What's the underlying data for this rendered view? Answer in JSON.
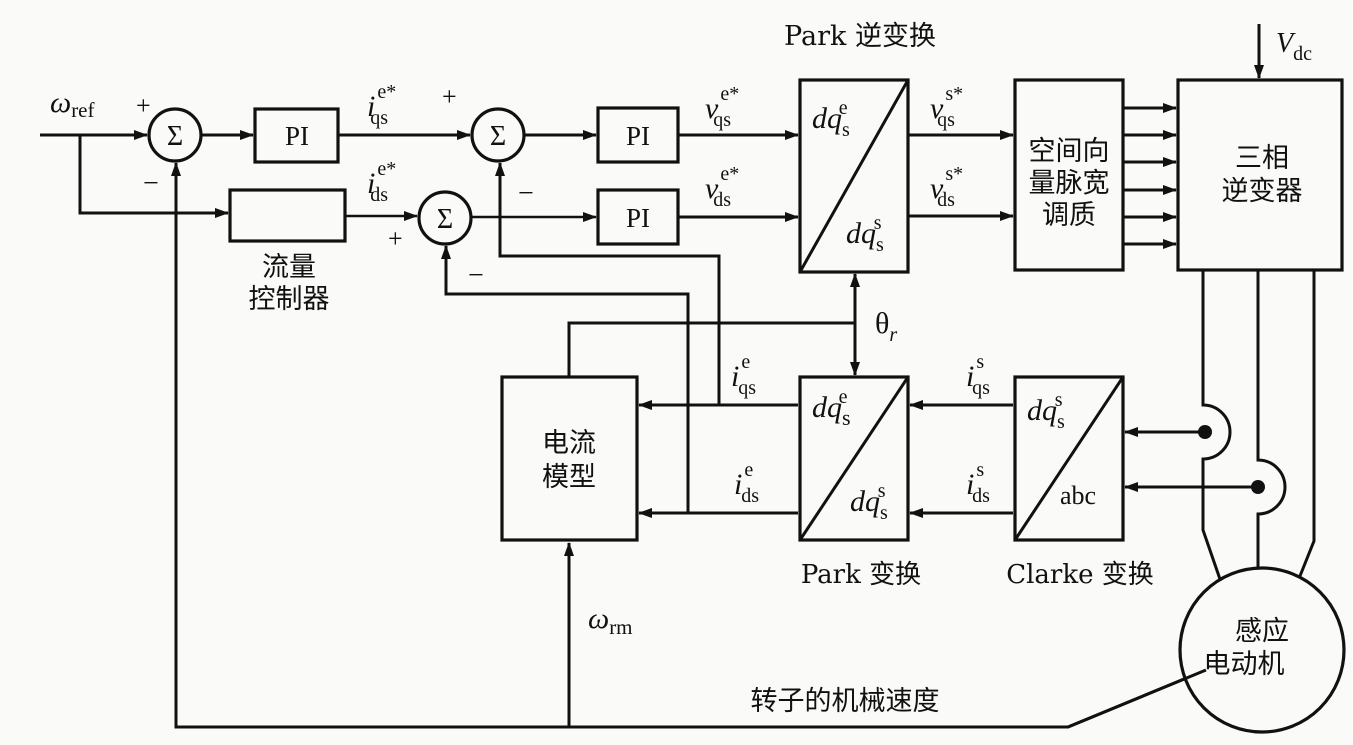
{
  "diagram": {
    "type": "block-diagram",
    "title": "Induction motor field-oriented vector control"
  },
  "labels": {
    "park_inverse_title": "Park 逆变换",
    "park_title": "Park 变换",
    "clarke_title": "Clarke 变换",
    "rotor_speed_caption": "转子的机械速度",
    "vdc": {
      "main": "V",
      "sub": "dc"
    },
    "omega_ref": {
      "main": "ω",
      "sub": "ref"
    },
    "omega_rm": {
      "main": "ω",
      "sub": "rm"
    },
    "theta_r": {
      "main": "θ",
      "sub": "r"
    },
    "iqs_ref": {
      "main": "i",
      "sup": "e*",
      "sub": "qs"
    },
    "ids_ref": {
      "main": "i",
      "sup": "e*",
      "sub": "ds"
    },
    "vqs_e_ref": {
      "main": "v",
      "sup": "e*",
      "sub": "qs"
    },
    "vds_e_ref": {
      "main": "v",
      "sup": "e*",
      "sub": "ds"
    },
    "vqs_s_ref": {
      "main": "v",
      "sup": "s*",
      "sub": "qs"
    },
    "vds_s_ref": {
      "main": "v",
      "sup": "s*",
      "sub": "ds"
    },
    "iqs_e": {
      "main": "i",
      "sup": "e",
      "sub": "qs"
    },
    "ids_e": {
      "main": "i",
      "sup": "e",
      "sub": "ds"
    },
    "iqs_s": {
      "main": "i",
      "sup": "s",
      "sub": "qs"
    },
    "ids_s": {
      "main": "i",
      "sup": "s",
      "sub": "ds"
    },
    "plus": "+",
    "minus": "−"
  },
  "blocks": {
    "sum1": "Σ",
    "sum2": "Σ",
    "sum3": "Σ",
    "pi_speed": "PI",
    "pi_q": "PI",
    "pi_d": "PI",
    "flux_controller": [
      "流量",
      "控制器"
    ],
    "inv_park": {
      "top": {
        "main": "dq",
        "sup": "e",
        "sub": "s"
      },
      "bottom": {
        "main": "dq",
        "sup": "s",
        "sub": "s"
      }
    },
    "svpwm": [
      "空间向",
      "量脉宽",
      "调质"
    ],
    "inverter": [
      "三相",
      "逆变器"
    ],
    "current_model": [
      "电流",
      "模型"
    ],
    "park": {
      "top": {
        "main": "dq",
        "sup": "e",
        "sub": "s"
      },
      "bottom": {
        "main": "dq",
        "sup": "s",
        "sub": "s"
      }
    },
    "clarke": {
      "top": {
        "main": "dq",
        "sup": "s",
        "sub": "s"
      },
      "bottom": "abc"
    },
    "motor": [
      "感应",
      "电动机"
    ]
  }
}
